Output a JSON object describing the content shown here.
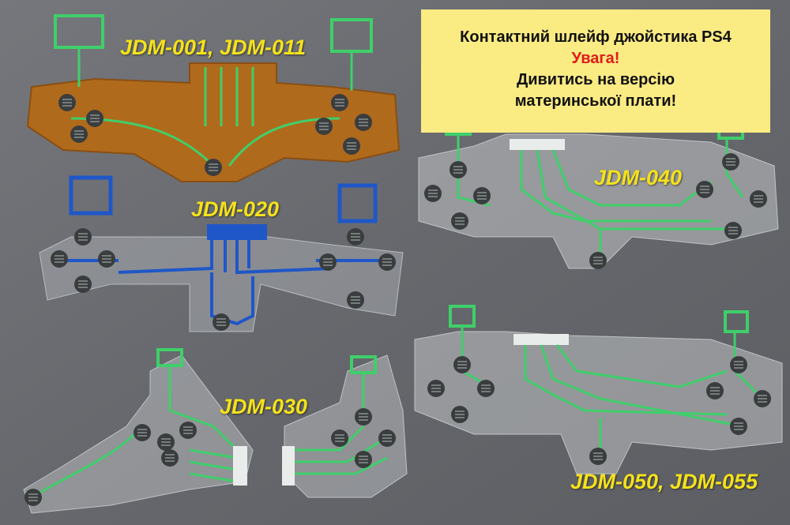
{
  "labels": {
    "jdm001": "JDM-001, JDM-011",
    "jdm020": "JDM-020",
    "jdm040": "JDM-040",
    "jdm030": "JDM-030",
    "jdm050": "JDM-050, JDM-055"
  },
  "note": {
    "title": "Контактний шлейф джойстика PS4",
    "warning": "Увага!",
    "line1": "Дивитись на версію",
    "line2": "материнської плати!"
  },
  "colors": {
    "background": "#6b6d72",
    "label": "#f5e21a",
    "note_bg": "#fbeb83",
    "warning": "#e01b1b",
    "trace_green": "#3fcf6a",
    "trace_blue": "#1f57c8",
    "film_orange": "#b06a1c"
  }
}
